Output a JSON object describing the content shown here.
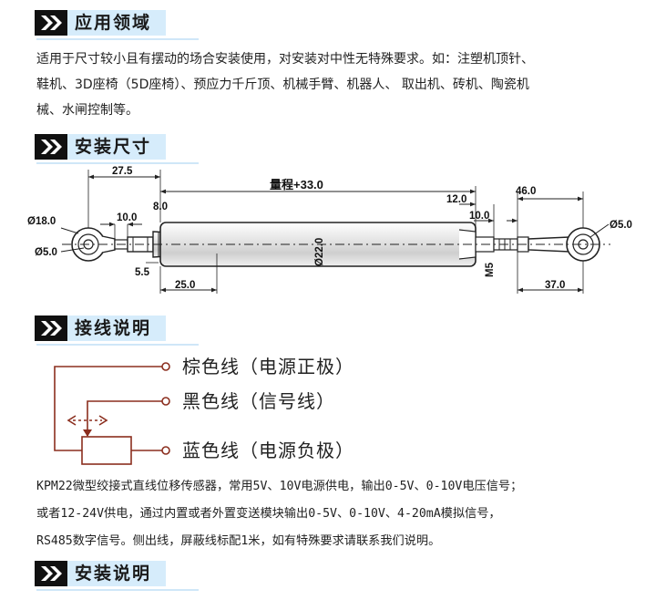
{
  "sections": {
    "application": {
      "title": "应用领域",
      "lines": [
        "适用于尺寸较小且有摆动的场合安装使用，对安装对中性无特殊要求。如：注塑机顶针、",
        "鞋机、3D座椅（5D座椅）、预应力千斤顶、机械手臂、机器人、 取出机、砖机、陶瓷机",
        "械、水闸控制等。"
      ]
    },
    "dimensions": {
      "title": "安装尺寸",
      "labels": {
        "d_27_5": "27.5",
        "stroke": "量程+33.0",
        "d_8_0": "8.0",
        "d_12_0": "12.0",
        "d_46_0": "46.0",
        "phi_18_0": "Ø18.0",
        "d_10_0_left": "10.0",
        "d_10_0_right": "10.0",
        "phi_5_0_left": "Ø5.0",
        "phi_5_0_right": "Ø5.0",
        "phi_22_0": "Ø22.0",
        "m5": "M5",
        "d_5_5": "5.5",
        "d_25_0": "25.0",
        "d_37_0": "37.0"
      }
    },
    "wiring": {
      "title": "接线说明",
      "wires": [
        {
          "label": "棕色线（电源正极）",
          "color": "#8b4513"
        },
        {
          "label": "黑色线（信号线）",
          "color": "#111111"
        },
        {
          "label": "蓝色线（电源负极）",
          "color": "#1f4fd1"
        }
      ],
      "description": [
        "KPM22微型绞接式直线位移传感器，常用5V、10V电源供电，输出0-5V、0-10V电压信号；",
        "或者12-24V供电，通过内置或者外置变送模块输出0-5V、0-10V、4-20mA模拟信号，",
        "RS485数字信号。侧出线，屏蔽线标配1米，如有特殊要求请联系我们说明。"
      ]
    },
    "installation": {
      "title": "安装说明"
    }
  },
  "colors": {
    "header_black": "#111111",
    "header_band": "#d6ecfb",
    "wire_line": "#8b2e1e"
  }
}
